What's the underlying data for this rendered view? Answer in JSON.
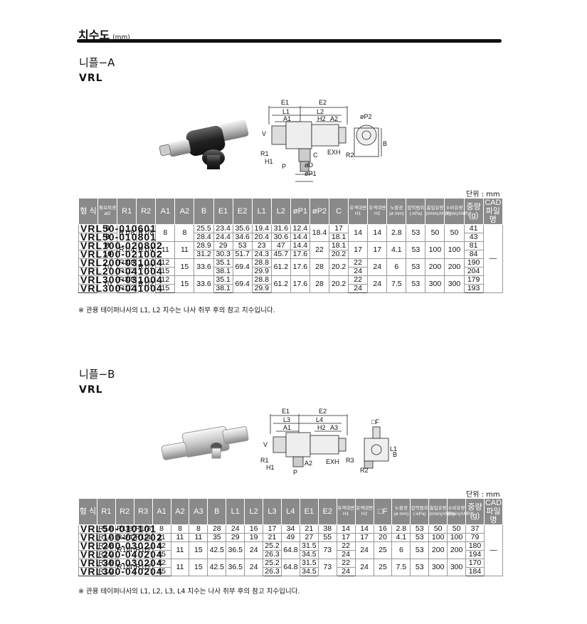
{
  "header": {
    "title": "치수도",
    "unit": "(mm)"
  },
  "sectionA": {
    "subtitle": "니플−A",
    "model": "VRL",
    "unit": "단위 : mm",
    "diagram_labels": {
      "e1": "E1",
      "e2": "E2",
      "l1": "L1",
      "l2": "L2",
      "a1": "A1",
      "h2": "H2",
      "a2": "A2",
      "v": "V",
      "r1": "R1",
      "h1": "H1",
      "p": "P",
      "c": "C",
      "od": "øD",
      "op1": "øP1",
      "exh": "EXH",
      "r2": "R2",
      "op2": "øP2",
      "b": "B"
    },
    "headers": [
      "형 식",
      "튜브외경\nøD",
      "R1",
      "R2",
      "A1",
      "A2",
      "B",
      "E1",
      "E2",
      "L1",
      "L2",
      "øP1",
      "øP2",
      "C",
      "유격대변\nH1",
      "유격대변\nH2",
      "노즐경\n(ø mm)",
      "압력범위\n(-kPa)",
      "흡입유량\n(l/min(ANR))",
      "소비유량\n(l/min(ANR))",
      "중량\n(g)",
      "CAD\n파일명"
    ],
    "note": "※ 관용 테이퍼나사의 L1, L2 치수는 나사 취부 후의 참고 치수입니다.",
    "cad": "—",
    "rows": [
      {
        "model": "VRL50-010601",
        "d": "6",
        "r1": "R1/8",
        "r2": "R1/8",
        "a1": "8",
        "a2": "8",
        "b": "25.5",
        "e1": "23.4",
        "e2": "35.6",
        "l1": "19.4",
        "l2": "31.6",
        "p1": "12.4",
        "p2": "18.4",
        "c": "17",
        "h1": "14",
        "h2": "14",
        "noz": "2.8",
        "kpa": "53",
        "suc": "50",
        "con": "50",
        "w": "41"
      },
      {
        "model": "VRL50-010801",
        "d": "8",
        "b": "28.4",
        "e1": "24.4",
        "e2": "34.6",
        "l1": "20.4",
        "l2": "30.6",
        "p1": "14.4",
        "c": "18.1",
        "w": "43"
      },
      {
        "model": "VRL100-020802",
        "d": "8",
        "r1": "R1/4",
        "r2": "R1/4",
        "a1": "11",
        "a2": "11",
        "b": "28.9",
        "e1": "29",
        "e2": "53",
        "l1": "23",
        "l2": "47",
        "p1": "14.4",
        "p2": "22",
        "c": "18.1",
        "h1": "17",
        "h2": "17",
        "noz": "4.1",
        "kpa": "53",
        "suc": "100",
        "con": "100",
        "w": "81"
      },
      {
        "model": "VRL100-021002",
        "d": "10",
        "b": "31.2",
        "e1": "30.3",
        "e2": "51.7",
        "l1": "24.3",
        "l2": "45.7",
        "p1": "17.6",
        "c": "20.2",
        "w": "84"
      },
      {
        "model": "VRL200-031004",
        "d": "10",
        "r1": "R3/8",
        "r2": "R1/2",
        "a1": "12",
        "a2": "15",
        "b": "33.6",
        "e1": "35.1",
        "e2": "69.4",
        "l1": "28.8",
        "l2": "61.2",
        "p1": "17.6",
        "p2": "28",
        "c": "20.2",
        "h1": "22",
        "h2": "24",
        "noz": "6",
        "kpa": "53",
        "suc": "200",
        "con": "200",
        "w": "190"
      },
      {
        "model": "VRL200-041004",
        "r1": "R1/2",
        "a1": "15",
        "e1": "38.1",
        "l1": "29.9",
        "h1": "24",
        "w": "204"
      },
      {
        "model": "VRL300-031004",
        "d": "10",
        "r1": "R3/8",
        "r2": "R1/2",
        "a1": "12",
        "a2": "15",
        "b": "33.6",
        "e1": "35.1",
        "e2": "69.4",
        "l1": "28.8",
        "l2": "61.2",
        "p1": "17.6",
        "p2": "28",
        "c": "20.2",
        "h1": "22",
        "h2": "24",
        "noz": "7.5",
        "kpa": "53",
        "suc": "300",
        "con": "300",
        "w": "179"
      },
      {
        "model": "VRL300-041004",
        "r1": "R1/2",
        "a1": "15",
        "e1": "38.1",
        "l1": "29.9",
        "h1": "24",
        "w": "193"
      }
    ]
  },
  "sectionB": {
    "subtitle": "니플−B",
    "model": "VRL",
    "unit": "단위 : mm",
    "diagram_labels": {
      "e1": "E1",
      "e2": "E2",
      "l3": "L3",
      "l4": "L4",
      "a1": "A1",
      "h2": "H2",
      "a3": "A3",
      "v": "V",
      "r1": "R1",
      "h1": "H1",
      "a2": "A2",
      "p": "P",
      "exh": "EXH",
      "r3": "R3",
      "f": "□F",
      "l1": "L1",
      "b": "B",
      "r2": "R2"
    },
    "headers": [
      "형 식",
      "R1",
      "R2",
      "R3",
      "A1",
      "A2",
      "A3",
      "B",
      "L1",
      "L2",
      "L3",
      "L4",
      "E1",
      "E2",
      "유격대변\nH1",
      "유격대변\nH2",
      "□F",
      "노즐경\n(ø mm)",
      "압력범위\n(-kPa)",
      "흡입유량\n(l/min(ANR))",
      "소비유량\n(l/min(ANR))",
      "중량\n(g)",
      "CAD\n파일명"
    ],
    "note": "※ 관용 테이퍼나사의 L1, L2, L3, L4 치수는 나사 취부 후의 참고 치수입니다.",
    "cad": "—",
    "rows": [
      {
        "model": "VRL50-010101",
        "r1": "R1/8",
        "r2": "R1/8",
        "r3": "R1/8",
        "a1": "8",
        "a2": "8",
        "a3": "8",
        "b": "28",
        "l1": "24",
        "l2": "16",
        "l3": "17",
        "l4": "34",
        "e1": "21",
        "e2": "38",
        "h1": "14",
        "h2": "14",
        "f": "16",
        "noz": "2.8",
        "kpa": "53",
        "suc": "50",
        "con": "50",
        "w": "37"
      },
      {
        "model": "VRL100-020202",
        "r1": "R1/4",
        "r2": "R1/4",
        "r3": "R1/4",
        "a1": "11",
        "a2": "11",
        "a3": "11",
        "b": "35",
        "l1": "29",
        "l2": "19",
        "l3": "21",
        "l4": "49",
        "e1": "27",
        "e2": "55",
        "h1": "17",
        "h2": "17",
        "f": "20",
        "noz": "4.1",
        "kpa": "53",
        "suc": "100",
        "con": "100",
        "w": "79"
      },
      {
        "model": "VRL200-030204",
        "r1": "R3/8",
        "r2": "R1/4",
        "r3": "R1/2",
        "a1": "12",
        "a2": "11",
        "a3": "15",
        "b": "42.5",
        "l1": "36.5",
        "l2": "24",
        "l3": "25.2",
        "l4": "64.8",
        "e1": "31.5",
        "e2": "73",
        "h1": "22",
        "h2": "24",
        "f": "25",
        "noz": "6",
        "kpa": "53",
        "suc": "200",
        "con": "200",
        "w": "180"
      },
      {
        "model": "VRL200-040204",
        "r1": "R1/2",
        "a1": "15",
        "l3": "26.3",
        "e1": "34.5",
        "h1": "24",
        "w": "194"
      },
      {
        "model": "VRL300-030204",
        "r1": "R3/8",
        "r2": "R1/4",
        "r3": "R1/2",
        "a1": "12",
        "a2": "11",
        "a3": "15",
        "b": "42.5",
        "l1": "36.5",
        "l2": "24",
        "l3": "25.2",
        "l4": "64.8",
        "e1": "31.5",
        "e2": "73",
        "h1": "22",
        "h2": "24",
        "f": "25",
        "noz": "7.5",
        "kpa": "53",
        "suc": "300",
        "con": "300",
        "w": "170"
      },
      {
        "model": "VRL300-040204",
        "r1": "R1/2",
        "a1": "15",
        "l3": "26.3",
        "e1": "34.5",
        "h1": "24",
        "w": "184"
      }
    ]
  }
}
